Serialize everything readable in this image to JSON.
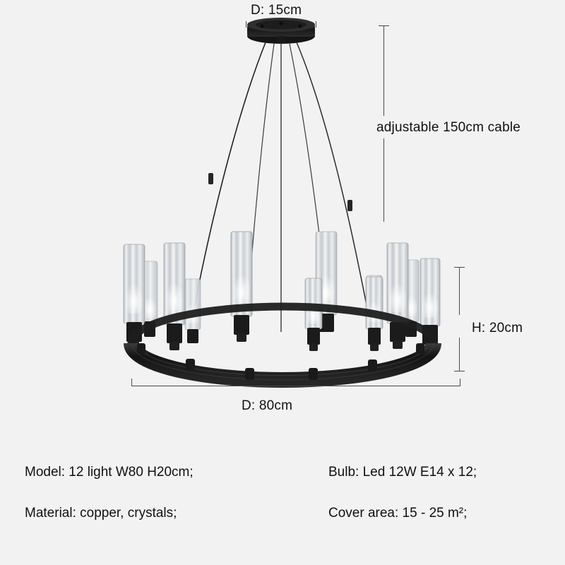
{
  "annotations": {
    "top_diameter": "D: 15cm",
    "cable": "adjustable 150cm cable",
    "height": "H: 20cm",
    "bottom_diameter": "D: 80cm"
  },
  "specs": [
    {
      "left": "Model: 12 light W80 H20cm;",
      "right": "Bulb: Led 12W E14 x 12;"
    },
    {
      "left": "Material: copper, crystals;",
      "right": "Cover area: 15 - 25 m²;"
    }
  ],
  "colors": {
    "background": "#f2f2f2",
    "text": "#111111",
    "rule": "#4a4a4a",
    "metal_dark": "#1b1b1b",
    "metal_mid": "#2e2e2e",
    "glass": "#d7dadd"
  },
  "product": {
    "type": "ring chandelier",
    "lights": 12
  }
}
